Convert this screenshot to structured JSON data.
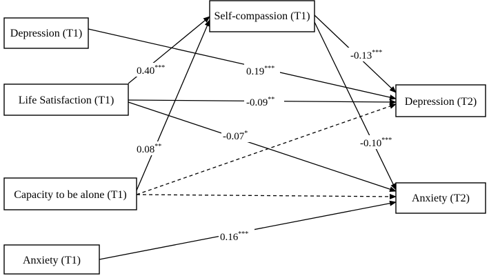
{
  "nodes": {
    "depression_t1": "Depression (T1)",
    "life_satisfaction_t1": "Life Satisfaction (T1)",
    "capacity_alone_t1": "Capacity to be alone (T1)",
    "anxiety_t1": "Anxiety (T1)",
    "self_compassion_t1": "Self-compassion (T1)",
    "depression_t2": "Depression (T2)",
    "anxiety_t2": "Anxiety (T2)"
  },
  "paths": [
    {
      "id": "ls-sc",
      "from": "life_satisfaction_t1",
      "to": "self_compassion_t1",
      "coef": "0.40",
      "sig": "***",
      "style": "solid"
    },
    {
      "id": "dep1-dep2",
      "from": "depression_t1",
      "to": "depression_t2",
      "coef": "0.19",
      "sig": "***",
      "style": "solid"
    },
    {
      "id": "sc-dep2",
      "from": "self_compassion_t1",
      "to": "depression_t2",
      "coef": "-0.13",
      "sig": "***",
      "style": "solid"
    },
    {
      "id": "ls-dep2",
      "from": "life_satisfaction_t1",
      "to": "depression_t2",
      "coef": "-0.09",
      "sig": "**",
      "style": "solid"
    },
    {
      "id": "ls-anx2",
      "from": "life_satisfaction_t1",
      "to": "anxiety_t2",
      "coef": "-0.07",
      "sig": "*",
      "style": "solid"
    },
    {
      "id": "cap-sc",
      "from": "capacity_alone_t1",
      "to": "self_compassion_t1",
      "coef": "0.08",
      "sig": "**",
      "style": "solid"
    },
    {
      "id": "sc-anx2",
      "from": "self_compassion_t1",
      "to": "anxiety_t2",
      "coef": "-0.10",
      "sig": "***",
      "style": "solid"
    },
    {
      "id": "anx1-anx2",
      "from": "anxiety_t1",
      "to": "anxiety_t2",
      "coef": "0.16",
      "sig": "***",
      "style": "solid"
    },
    {
      "id": "cap-dep2",
      "from": "capacity_alone_t1",
      "to": "depression_t2",
      "coef": "",
      "sig": "",
      "style": "dashed"
    },
    {
      "id": "cap-anx2",
      "from": "capacity_alone_t1",
      "to": "anxiety_t2",
      "coef": "",
      "sig": "",
      "style": "dashed"
    }
  ]
}
